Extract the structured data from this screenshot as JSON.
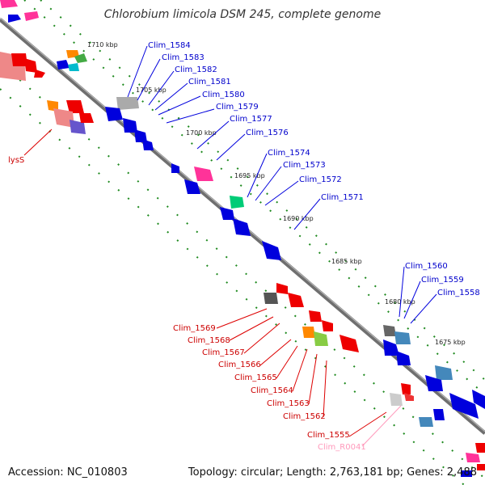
{
  "header": {
    "title": "Chlorobium limicola DSM 245, complete genome"
  },
  "footer": {
    "accession": "Accession: NC_010803",
    "topology": "Topology: circular; Length: 2,763,181 bp; Genes: 2,488"
  },
  "scale_labels": [
    "1710 kbp",
    "1705 kbp",
    "1700 kbp",
    "1695 kbp",
    "1690 kbp",
    "1685 kbp",
    "1680 kbp",
    "1675 kbp"
  ],
  "gene_labels_forward": [
    "Clim_1584",
    "Clim_1583",
    "Clim_1582",
    "Clim_1581",
    "Clim_1580",
    "Clim_1579",
    "Clim_1577",
    "Clim_1576",
    "Clim_1574",
    "Clim_1573",
    "Clim_1572",
    "Clim_1571",
    "Clim_1560",
    "Clim_1559",
    "Clim_1558"
  ],
  "gene_labels_reverse": [
    "lysS",
    "Clim_1569",
    "Clim_1568",
    "Clim_1567",
    "Clim_1566",
    "Clim_1565",
    "Clim_1564",
    "Clim_1563",
    "Clim_1562",
    "Clim_1555",
    "Clim_R0041"
  ],
  "colors": {
    "forward_gene": "#0000e6",
    "reverse_gene": "#e60000",
    "backbone": "#777777",
    "tick": "#1f8a1f",
    "rna_label": "#ff99bb"
  }
}
